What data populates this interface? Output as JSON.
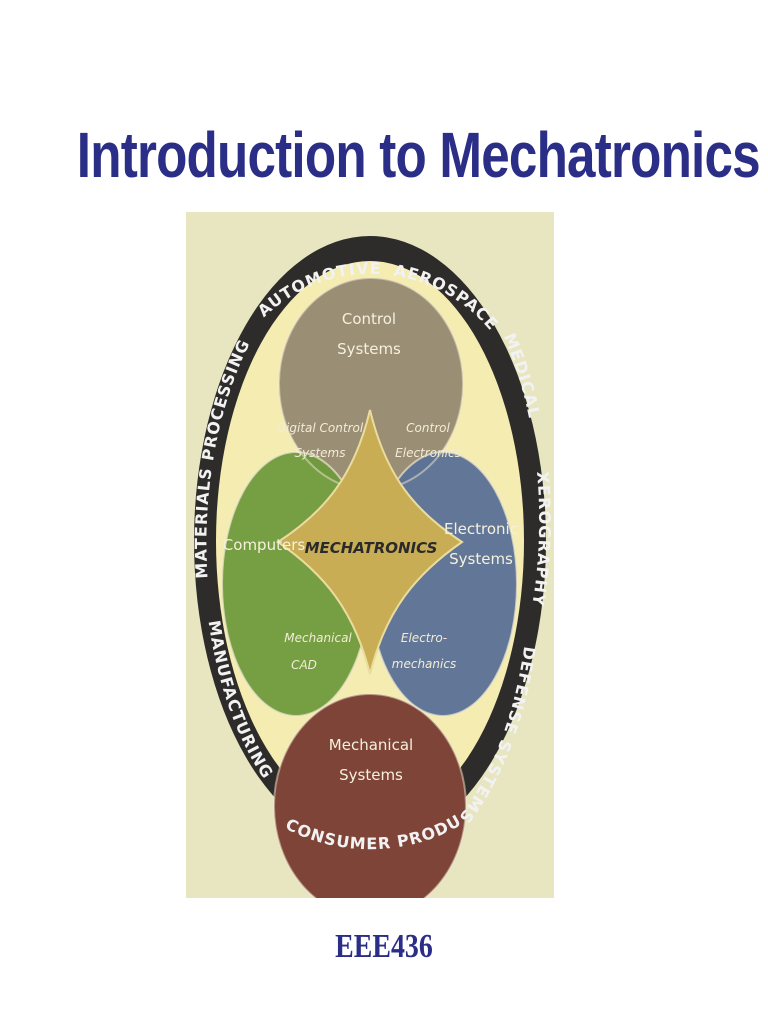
{
  "slide": {
    "title": "Introduction to Mechatronics",
    "course_code": "EEE436"
  },
  "diagram": {
    "center": "MECHATRONICS",
    "circles": {
      "top": [
        "Control",
        "Systems"
      ],
      "left": "Computers",
      "right": [
        "Electronic",
        "Systems"
      ],
      "bottom": [
        "Mechanical",
        "Systems"
      ]
    },
    "overlaps": {
      "top_left": [
        "Digital Control",
        "Systems"
      ],
      "top_right": [
        "Control",
        "Electronics"
      ],
      "bottom_left": [
        "Mechanical",
        "CAD"
      ],
      "bottom_right": [
        "Electro-",
        "mechanics"
      ]
    },
    "applications": {
      "automotive": "AUTOMOTIVE",
      "aerospace": "AEROSPACE",
      "medical": "MEDICAL",
      "xerography": "XEROGRAPHY",
      "defense": "DEFENSE SYSTEMS",
      "consumer": "CONSUMER PRODUCTS",
      "manufacturing": "MANUFACTURING",
      "materials": "MATERIALS PROCESSING"
    },
    "colors": {
      "background": "#e8e6c0",
      "ring_dark": "#2e2c2a",
      "ring_inner": "#f4ecb0",
      "top": "#9a8e74",
      "left": "#6f9a3c",
      "right": "#5a7196",
      "bottom": "#7e4438",
      "center": "#c8ad55"
    }
  }
}
